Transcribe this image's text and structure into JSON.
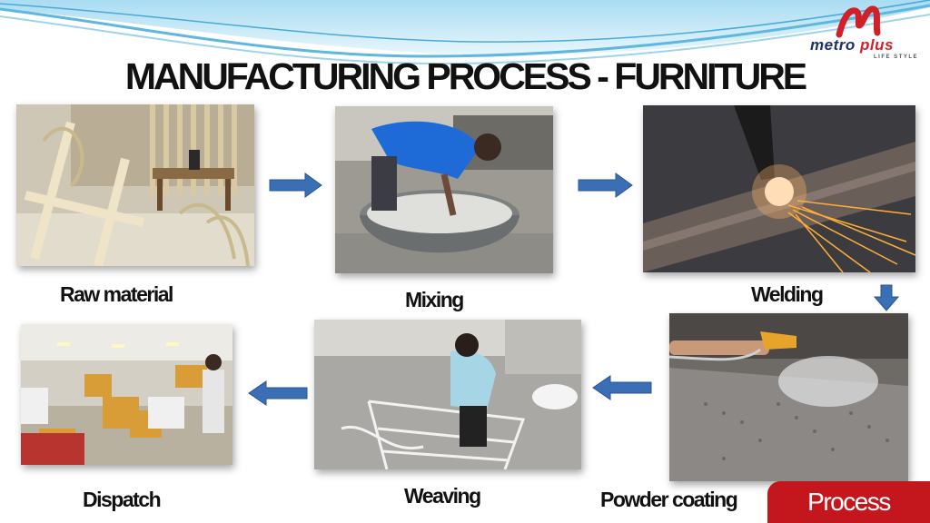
{
  "title": "MANUFACTURING PROCESS - FURNITURE",
  "logo": {
    "brand_part1": "metro",
    "brand_part2": "plus",
    "tagline": "LIFE STYLE"
  },
  "steps": [
    {
      "label": "Raw material"
    },
    {
      "label": "Mixing"
    },
    {
      "label": "Welding"
    },
    {
      "label": "Powder coating"
    },
    {
      "label": "Weaving"
    },
    {
      "label": "Dispatch"
    }
  ],
  "badge": {
    "label": "Process"
  },
  "colors": {
    "accent": "#c4171d",
    "arrow": "#3a6fb5",
    "swoosh": "#7fc7e8",
    "brand_blue": "#1e2f6b"
  }
}
